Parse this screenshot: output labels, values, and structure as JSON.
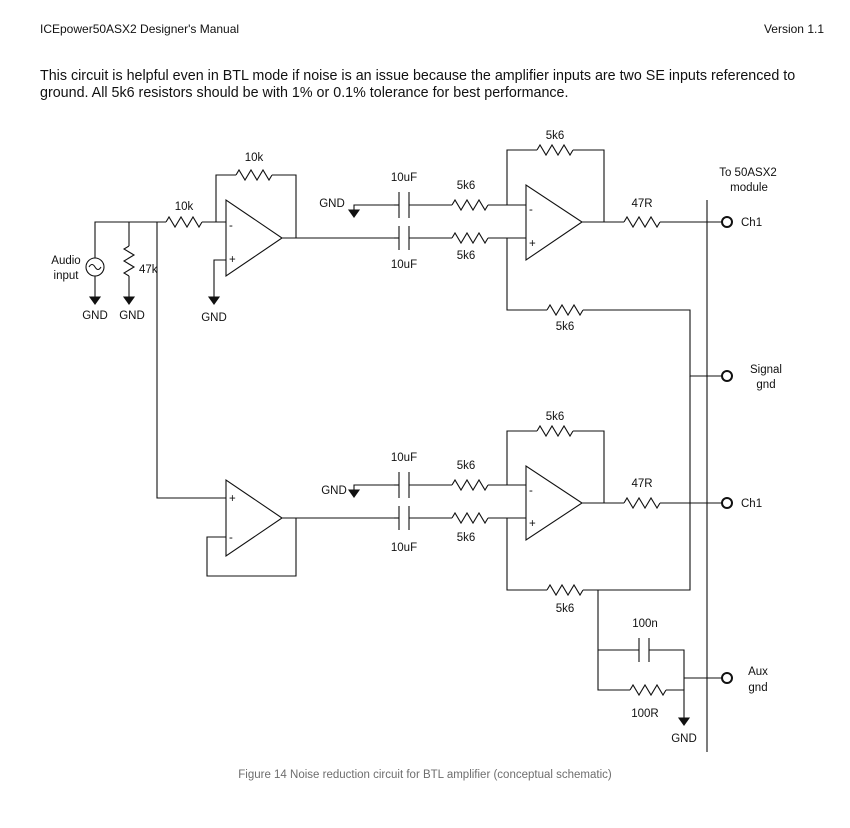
{
  "header": {
    "title": "ICEpower50ASX2 Designer's Manual",
    "version": "Version 1.1"
  },
  "intro": "This circuit is helpful even in BTL mode if noise is an issue because the amplifier inputs are two SE inputs referenced to ground. All 5k6 resistors should be with 1% or 0.1% tolerance for best performance.",
  "schematic": {
    "module_label_1": "To 50ASX2",
    "module_label_2": "module",
    "audio_input_1": "Audio",
    "audio_input_2": "input",
    "gnd": "GND",
    "r_10k": "10k",
    "r_47k": "47k",
    "r_5k6": "5k6",
    "r_47r": "47R",
    "r_100r": "100R",
    "c_10uf": "10uF",
    "c_100n": "100n",
    "minus": "-",
    "plus": "+",
    "out_ch1": "Ch1",
    "signal_gnd_1": "Signal",
    "signal_gnd_2": "gnd",
    "aux_gnd_1": "Aux",
    "aux_gnd_2": "gnd"
  },
  "caption": "Figure 14 Noise reduction circuit for BTL amplifier (conceptual schematic)"
}
